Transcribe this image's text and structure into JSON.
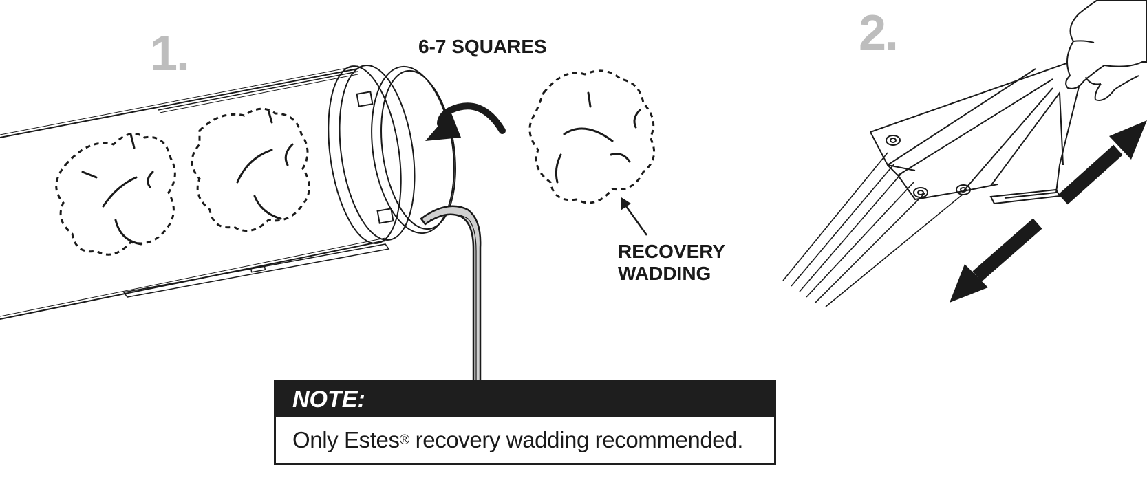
{
  "steps": {
    "step1": "1.",
    "step2": "2."
  },
  "labels": {
    "squares": "6-7 SQUARES",
    "wadding_line1": "RECOVERY",
    "wadding_line2": "WADDING"
  },
  "note": {
    "heading": "NOTE:",
    "text_before": "Only Estes",
    "trademark": "®",
    "text_after": " recovery wadding recommended."
  },
  "colors": {
    "step_number": "#bdbdbd",
    "ink": "#1a1a1a",
    "note_header_bg": "#1e1e1e",
    "shock_cord": "#d0d0d0"
  },
  "icons": {
    "insert_arrow": "curved-arrow-icon",
    "pointer_arrow": "pointer-arrow-icon",
    "push_arrow": "up-right-arrow-icon",
    "pull_arrow": "down-left-arrow-icon"
  }
}
